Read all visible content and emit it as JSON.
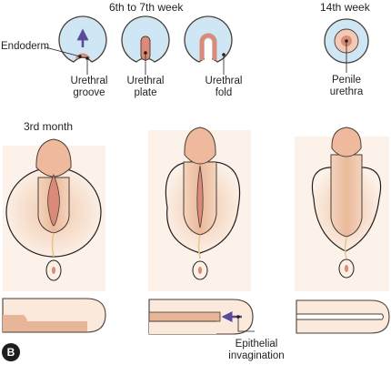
{
  "headers": {
    "weeks_6_7": "6th to 7th week",
    "week_14": "14th week",
    "month_3": "3rd month"
  },
  "labels": {
    "endoderm": "Endoderm",
    "urethral_groove": [
      "Urethral",
      "groove"
    ],
    "urethral_plate": [
      "Urethral",
      "plate"
    ],
    "urethral_fold": [
      "Urethral",
      "fold"
    ],
    "penile_urethra": [
      "Penile",
      "urethra"
    ],
    "epithelial_invagination": [
      "Epithelial",
      "invagination"
    ]
  },
  "panel_letter": "B",
  "colors": {
    "skin_light": "#fbeee4",
    "skin_mid": "#f3d2b8",
    "skin_dark": "#e7b597",
    "urethra_pink": "#d98a78",
    "mesenchyme_blue": "#cfe7f4",
    "arrow_purple": "#5b4a9c",
    "outline": "#4a3c36",
    "label_text": "#231f20"
  }
}
